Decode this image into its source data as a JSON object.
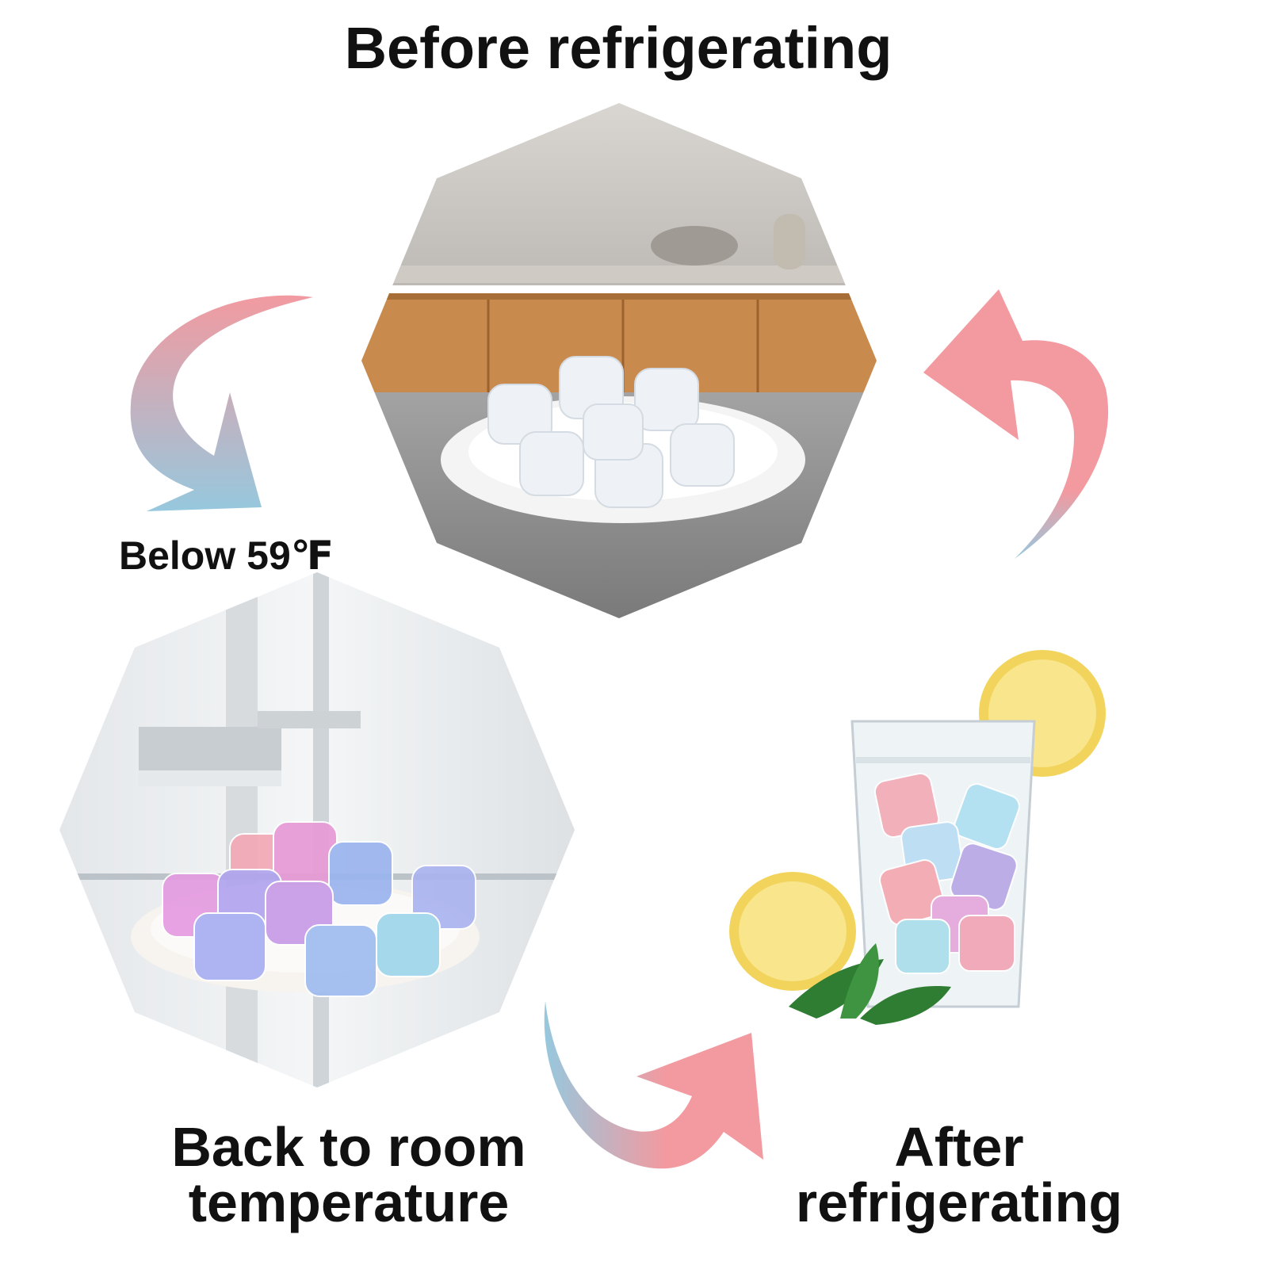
{
  "titles": {
    "before": "Before refrigerating",
    "below": "Below 59℉",
    "back_line1": "Back to room",
    "back_line2": "temperature",
    "after_line1": "After",
    "after_line2": "refrigerating"
  },
  "colors": {
    "arrow_pink": "#f29aa0",
    "arrow_blue": "#96c8de",
    "text": "#111111",
    "wood": "#c98a4e",
    "counter": "#8e8e8e",
    "lemon": "#f2d45c"
  },
  "icons": {
    "arrow_top_left": "curved-arrow-down-icon",
    "arrow_top_right": "curved-arrow-up-icon",
    "arrow_bottom_mid": "curved-arrow-right-icon"
  }
}
